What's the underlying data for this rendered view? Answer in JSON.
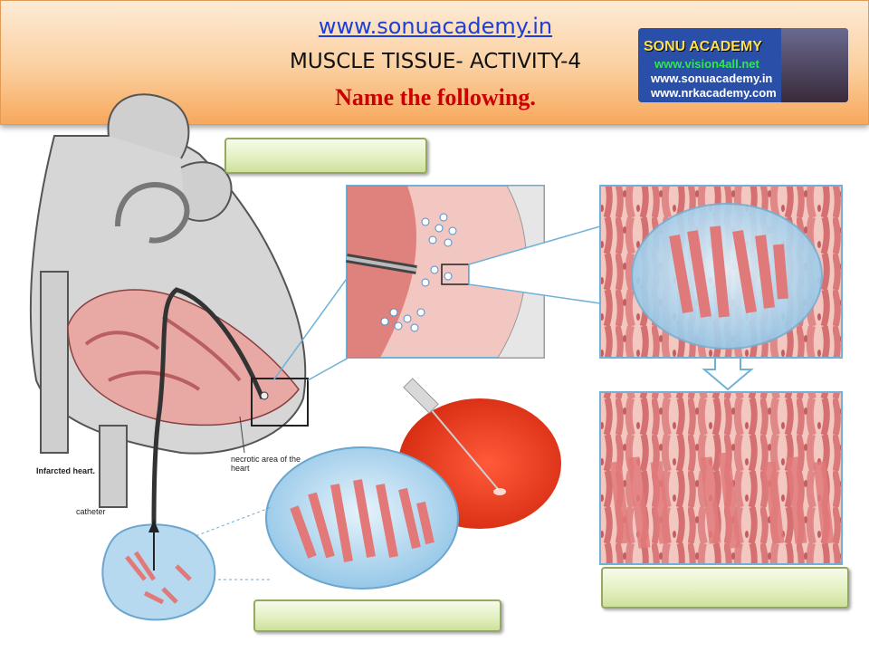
{
  "header": {
    "url": "www.sonuacademy.in",
    "activity_title": "MUSCLE TISSUE- ACTIVITY-4",
    "instruction": "Name the following."
  },
  "logo": {
    "brand": "SONU ACADEMY",
    "line1": "www.vision4all.net",
    "line2": "www.sonuacademy.in",
    "line3": "www.nrkacademy.com"
  },
  "diagram": {
    "labels": {
      "infarcted_heart": "Infarcted heart.",
      "necrotic_area": "necrotic area of the heart",
      "catheter": "catheter"
    }
  },
  "answer_boxes": [
    {
      "value": ""
    },
    {
      "value": ""
    },
    {
      "value": ""
    }
  ],
  "colors": {
    "header_gradient_top": "#fdebd6",
    "header_gradient_bottom": "#f7a85c",
    "url_color": "#1d3fd6",
    "instruction_color": "#cc0000",
    "answer_box": "#e4f0c2",
    "muscle": "#e58a8a",
    "highlight_circle": "#b6d9ef"
  }
}
